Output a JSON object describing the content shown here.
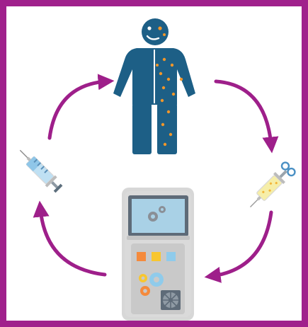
{
  "diagram": {
    "nodes": [
      {
        "id": "patient",
        "icon": "patient-icon"
      },
      {
        "id": "sample-syringe",
        "icon": "syringe-sample-icon"
      },
      {
        "id": "processing-device",
        "icon": "processing-device-icon"
      },
      {
        "id": "return-syringe",
        "icon": "syringe-return-icon"
      }
    ],
    "edges": [
      {
        "from": "patient",
        "to": "sample-syringe"
      },
      {
        "from": "sample-syringe",
        "to": "processing-device"
      },
      {
        "from": "processing-device",
        "to": "return-syringe"
      },
      {
        "from": "return-syringe",
        "to": "patient"
      }
    ]
  },
  "colors": {
    "border": "#a0218c",
    "arrow": "#9e1f8a",
    "figure": "#1d5f86",
    "spots": "#f0962a",
    "device_body": "#d7d7d7",
    "device_screen": "#8fc1dc",
    "swatch_orange": "#f58a3c",
    "swatch_yellow": "#f8c62f",
    "swatch_blue": "#8fcbeb"
  }
}
